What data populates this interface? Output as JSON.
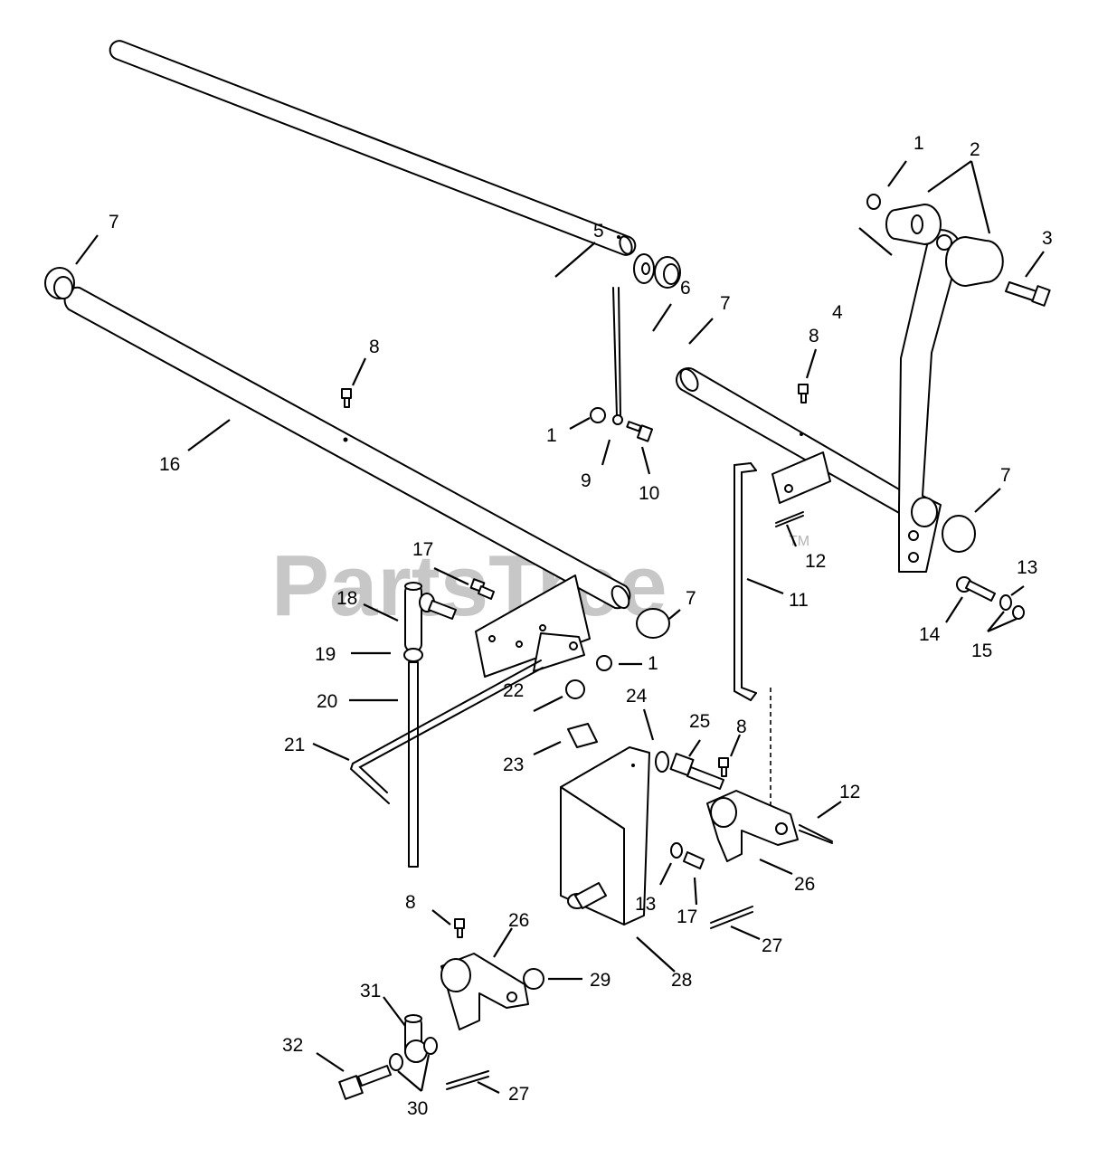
{
  "watermark": {
    "text": "PartsTree",
    "trademark": "TM"
  },
  "callouts": {
    "c1a": "1",
    "c2": "2",
    "c3": "3",
    "c4": "4",
    "c5": "5",
    "c6": "6",
    "c7a": "7",
    "c7b": "7",
    "c7c": "7",
    "c7d": "7",
    "c8a": "8",
    "c8b": "8",
    "c8c": "8",
    "c8d": "8",
    "c1b": "1",
    "c9": "9",
    "c10": "10",
    "c16": "16",
    "c12a": "12",
    "c11": "11",
    "c13a": "13",
    "c14": "14",
    "c15": "15",
    "c17a": "17",
    "c18": "18",
    "c19": "19",
    "c20": "20",
    "c1c": "1",
    "c22": "22",
    "c21": "21",
    "c23": "23",
    "c24": "24",
    "c25": "25",
    "c12b": "12",
    "c26a": "26",
    "c13b": "13",
    "c17b": "17",
    "c27a": "27",
    "c28": "28",
    "c26b": "26",
    "c29": "29",
    "c31": "31",
    "c32": "32",
    "c30": "30",
    "c27b": "27"
  }
}
